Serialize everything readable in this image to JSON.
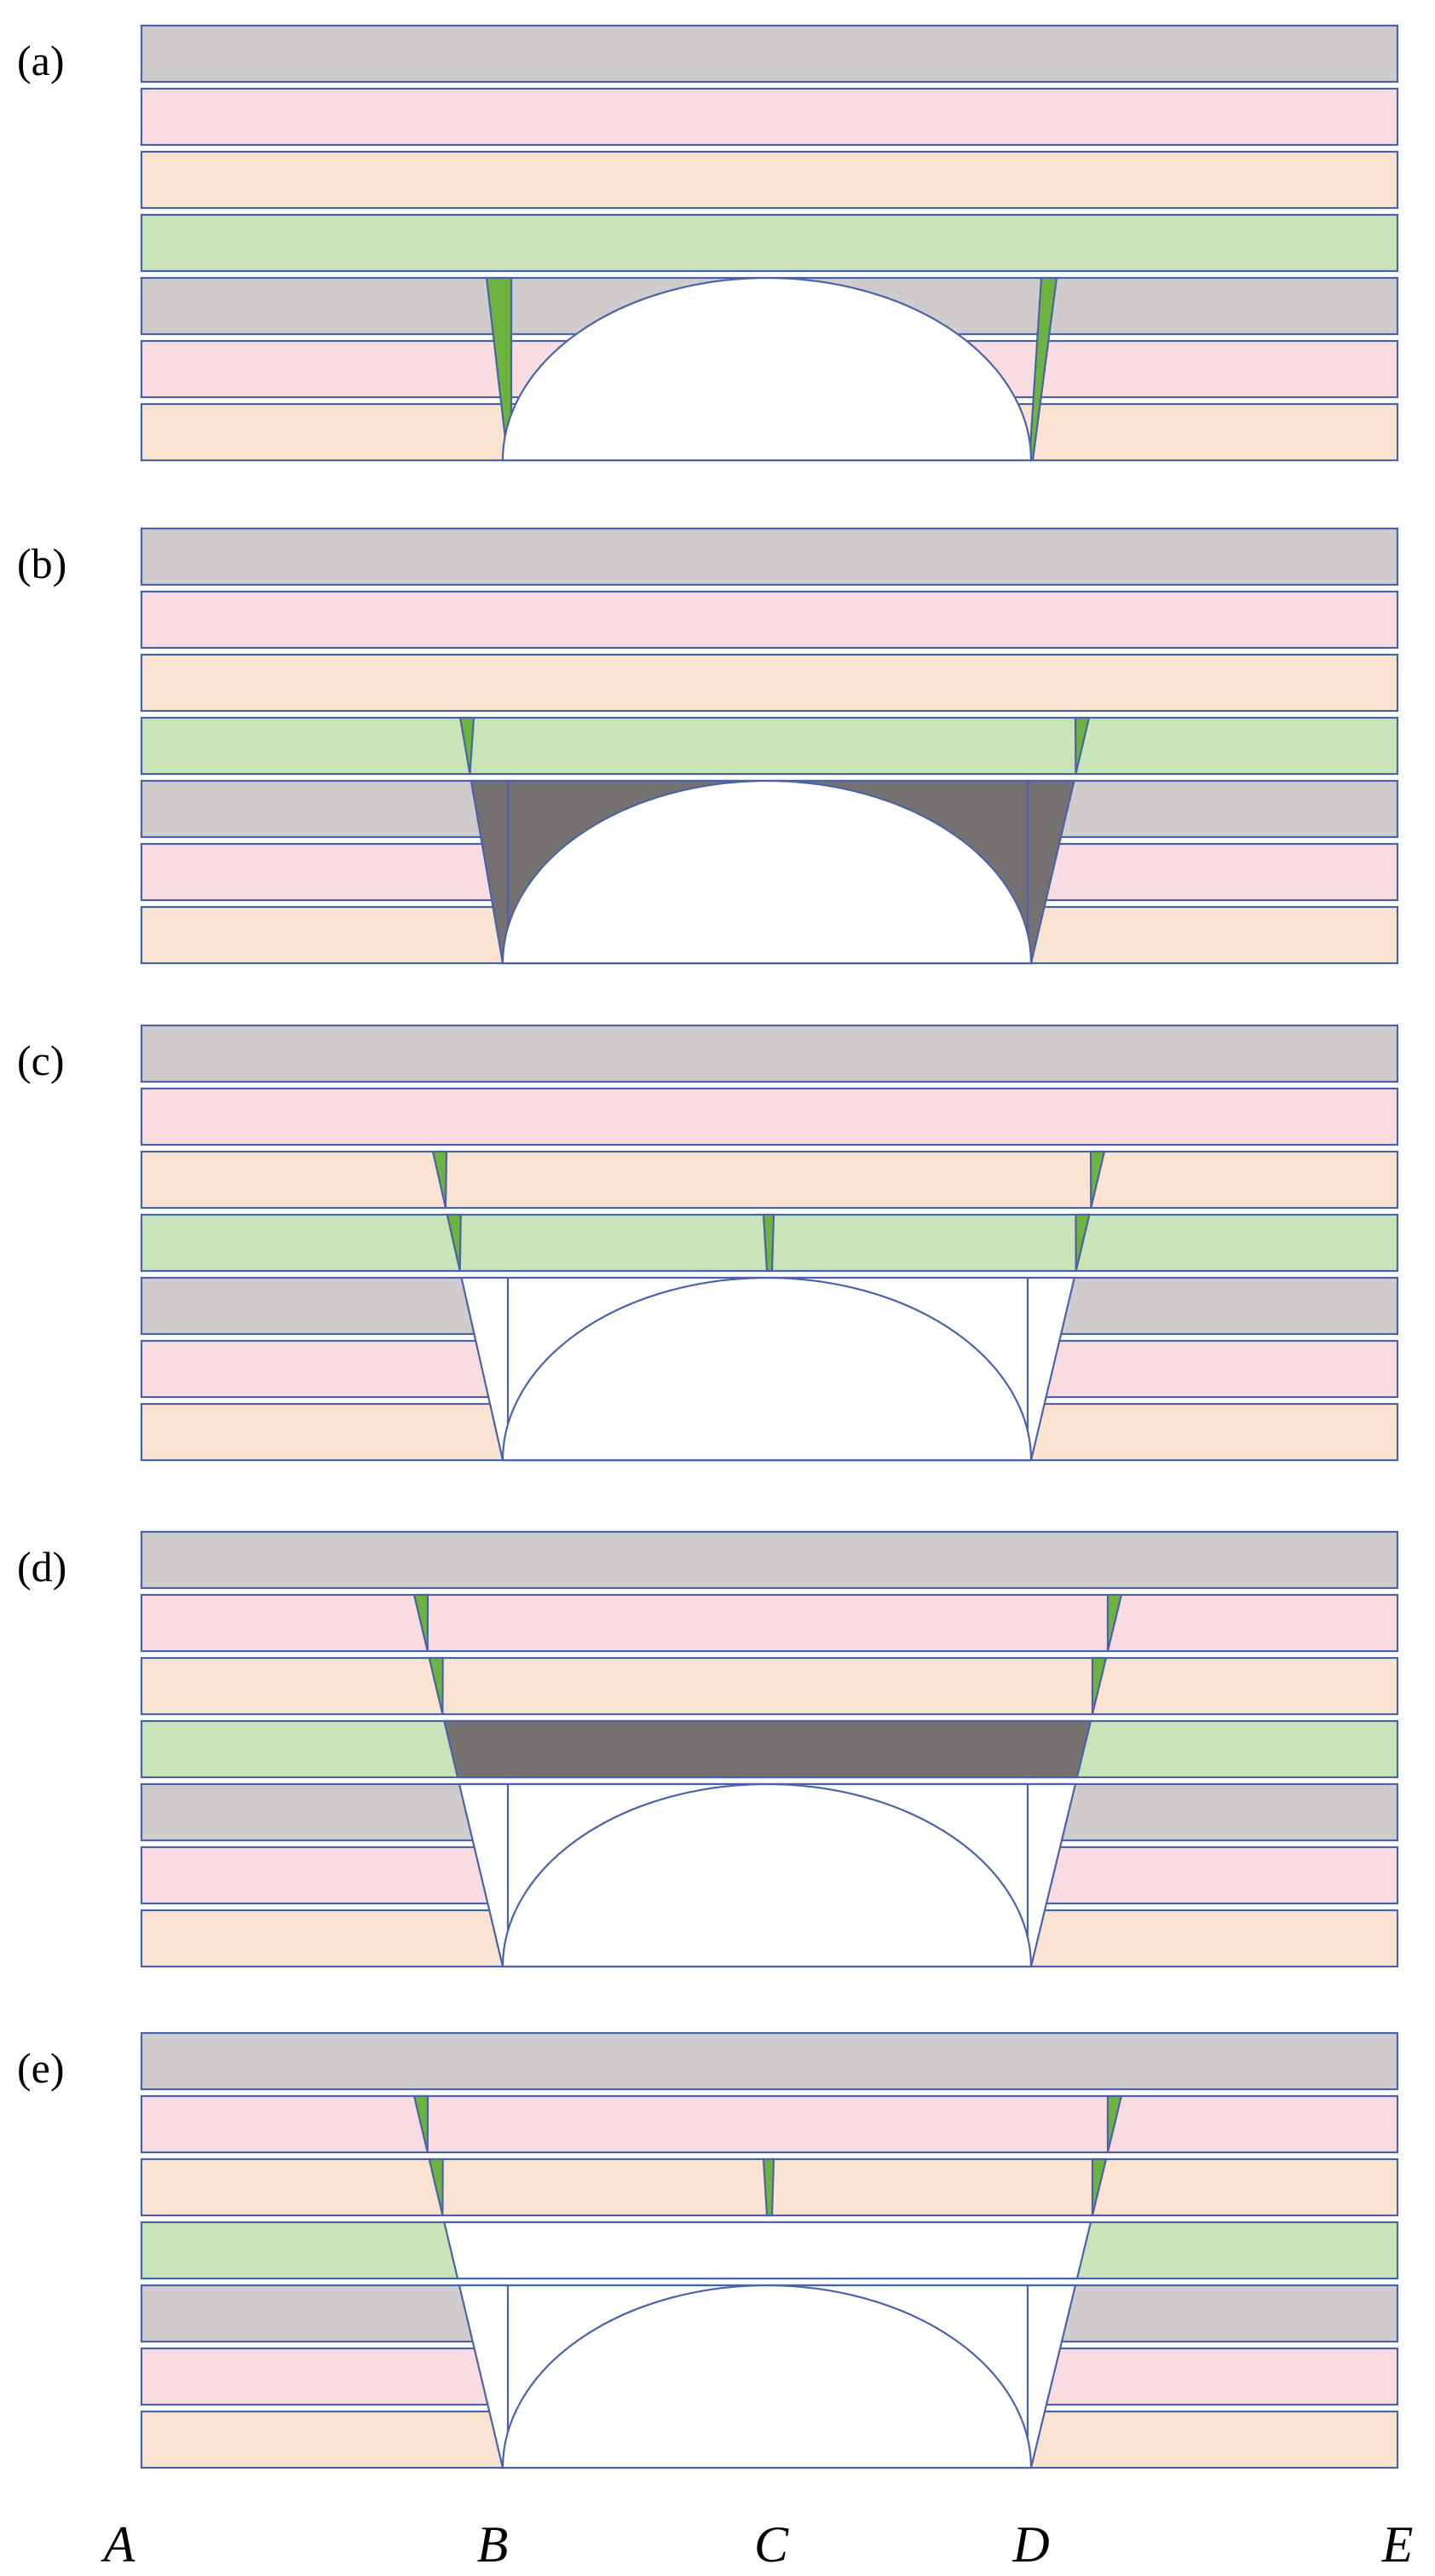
{
  "colors": {
    "gray": "#d0cccd",
    "pink": "#f9dce1",
    "peach": "#fbe3d1",
    "green": "#c8e4b8",
    "wedge": "#6cb33f",
    "dark": "#767171",
    "white": "#ffffff",
    "outline": "#4a63a8"
  },
  "panels": [
    {
      "label": "(a)",
      "layers": [
        "gray",
        "pink",
        "peach",
        "green",
        "gray",
        "pink",
        "peach"
      ],
      "variant": "a"
    },
    {
      "label": "(b)",
      "layers": [
        "gray",
        "pink",
        "peach",
        "green",
        "gray",
        "pink",
        "peach"
      ],
      "variant": "b"
    },
    {
      "label": "(c)",
      "layers": [
        "gray",
        "pink",
        "peach",
        "green",
        "gray",
        "pink",
        "peach"
      ],
      "variant": "c"
    },
    {
      "label": "(d)",
      "layers": [
        "gray",
        "pink",
        "peach",
        "green",
        "gray",
        "pink",
        "peach"
      ],
      "variant": "d"
    },
    {
      "label": "(e)",
      "layers": [
        "gray",
        "pink",
        "peach",
        "green",
        "gray",
        "pink",
        "peach"
      ],
      "variant": "e"
    }
  ],
  "axis": {
    "labels": [
      "A",
      "B",
      "C",
      "D",
      "E"
    ]
  }
}
